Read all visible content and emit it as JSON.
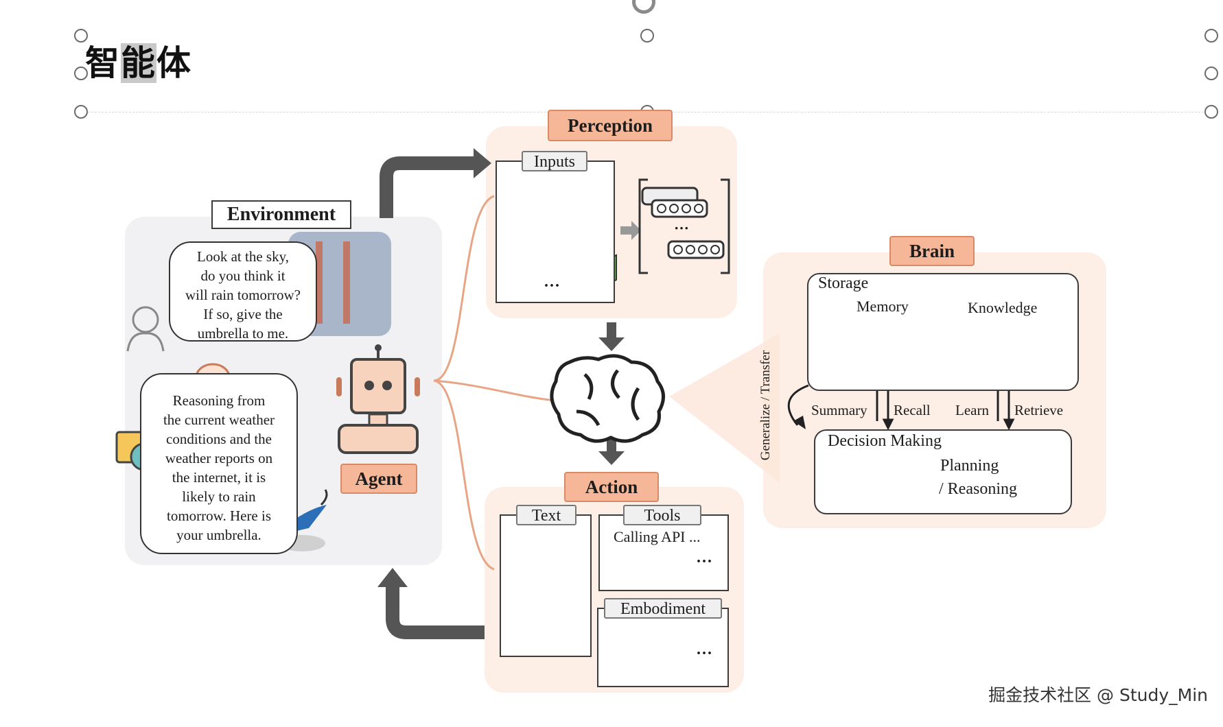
{
  "slide": {
    "title_part1": "智",
    "title_part2": "能",
    "title_part3": "体"
  },
  "watermark": "掘金技术社区 @ Study_Min",
  "diagram": {
    "environment": {
      "label": "Environment",
      "human_message_lines": [
        "Look at the sky,",
        "do you think it",
        "will rain tomorrow?",
        "If so, give the",
        "umbrella to me."
      ],
      "agent_message_lines": [
        "Reasoning from",
        "the current weather",
        "conditions and the",
        "weather reports on",
        "the internet, it is",
        "likely to rain",
        "tomorrow. Here is",
        "your umbrella."
      ]
    },
    "agent": {
      "label": "Agent"
    },
    "perception": {
      "label": "Perception",
      "inputs_label": "Inputs",
      "ellipsis": "···",
      "vector_ellipsis": "···"
    },
    "brain": {
      "label": "Brain",
      "storage_label": "Storage",
      "memory_label": "Memory",
      "knowledge_label": "Knowledge",
      "summary_label": "Summary",
      "recall_label": "Recall",
      "learn_label": "Learn",
      "retrieve_label": "Retrieve",
      "generalize_label": "Generalize / Transfer",
      "decision_label": "Decision Making",
      "planning_label": "Planning",
      "reasoning_label": "/ Reasoning"
    },
    "action": {
      "label": "Action",
      "text_label": "Text",
      "tools_label": "Tools",
      "calling_api_label": "Calling API ...",
      "tools_ellipsis": "···",
      "embodiment_label": "Embodiment",
      "embodiment_ellipsis": "···"
    },
    "colors": {
      "orange_tag": "#f6b698",
      "orange_line": "#e8a584",
      "panel_peach": "#fdeee6",
      "panel_gray": "#f1f1f3",
      "arrow_gray": "#555555"
    }
  }
}
